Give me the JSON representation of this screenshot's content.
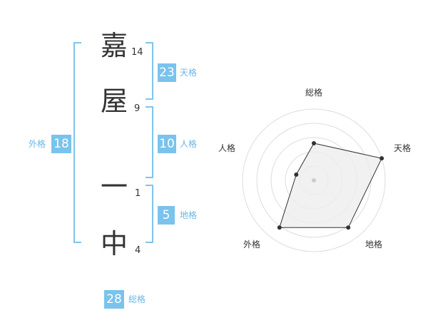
{
  "name_chars": [
    "嘉",
    "屋",
    "一",
    "中"
  ],
  "strokes": [
    "14",
    "9",
    "1",
    "4"
  ],
  "kaku": {
    "tenkaku": {
      "label": "天格",
      "value": "23"
    },
    "jinkaku": {
      "label": "人格",
      "value": "10"
    },
    "chikaku": {
      "label": "地格",
      "value": "5"
    },
    "gaikaku": {
      "label": "外格",
      "value": "18"
    },
    "soukaku": {
      "label": "総格",
      "value": "28"
    }
  },
  "radar": {
    "axes": [
      "総格",
      "天格",
      "地格",
      "外格",
      "人格"
    ],
    "values": [
      0.52,
      1.0,
      0.82,
      0.82,
      0.26
    ],
    "rings": 5,
    "colors": {
      "ring": "#dddddd",
      "fill": "#eeeeee",
      "line": "#333333",
      "point": "#333333",
      "center": "#cccccc"
    }
  },
  "colors": {
    "accent": "#79c3ec",
    "bracket": "#7fc4ee"
  }
}
